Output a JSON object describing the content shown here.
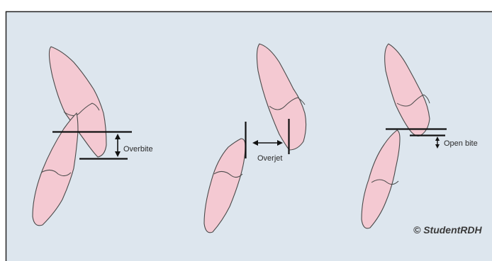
{
  "colors": {
    "panel_background": "#dde6ee",
    "tooth_fill": "#f4c9d2",
    "tooth_stroke": "#4a4a4a",
    "line": "#111111"
  },
  "panels": [
    {
      "name": "overbite",
      "label": "Overbite",
      "icon": "double-vertical-arrow-icon"
    },
    {
      "name": "overjet",
      "label": "Overjet",
      "icon": "double-horizontal-arrow-icon"
    },
    {
      "name": "open-bite",
      "label": "Open bite",
      "icon": "double-vertical-arrow-icon"
    }
  ],
  "watermark": "© StudentRDH"
}
